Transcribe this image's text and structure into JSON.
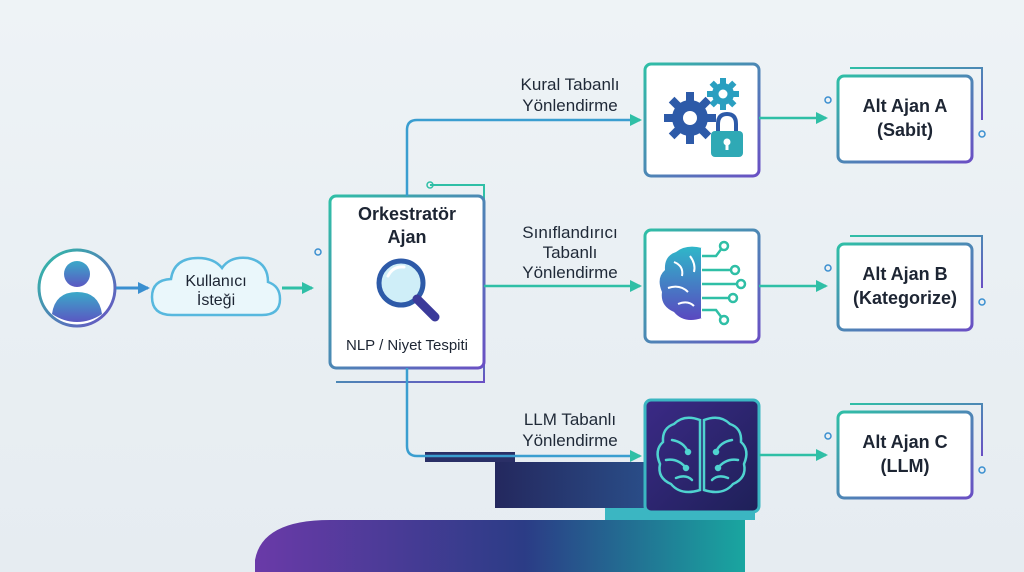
{
  "nodes": {
    "user": {
      "icon": "user-avatar-icon"
    },
    "request": {
      "line1": "Kullanıcı",
      "line2": "İsteği",
      "icon": "cloud-icon"
    },
    "orchestrator": {
      "line1": "Orkestratör",
      "line2": "Ajan",
      "subtitle": "NLP / Niyet Tespiti",
      "icon": "magnifier-icon"
    },
    "rule_engine": {
      "icon": "gears-lock-icon"
    },
    "classifier": {
      "icon": "circuit-brain-icon"
    },
    "llm": {
      "icon": "neural-brain-icon"
    },
    "agent_a": {
      "line1": "Alt Ajan A",
      "line2": "(Sabit)"
    },
    "agent_b": {
      "line1": "Alt Ajan B",
      "line2": "(Kategorize)"
    },
    "agent_c": {
      "line1": "Alt Ajan C",
      "line2": "(LLM)"
    }
  },
  "edges": {
    "rule": {
      "line1": "Kural Tabanlı",
      "line2": "Yönlendirme"
    },
    "classifier": {
      "line1": "Sınıflandırıcı",
      "line2": "Tabanlı",
      "line3": "Yönlendirme"
    },
    "llm": {
      "line1": "LLM Tabanlı",
      "line2": "Yönlendirme"
    }
  },
  "colors": {
    "teal": "#2fbfa6",
    "blue": "#3a8fd0",
    "purple": "#6a4fc4",
    "navy": "#25266a",
    "text": "#1d2533"
  }
}
